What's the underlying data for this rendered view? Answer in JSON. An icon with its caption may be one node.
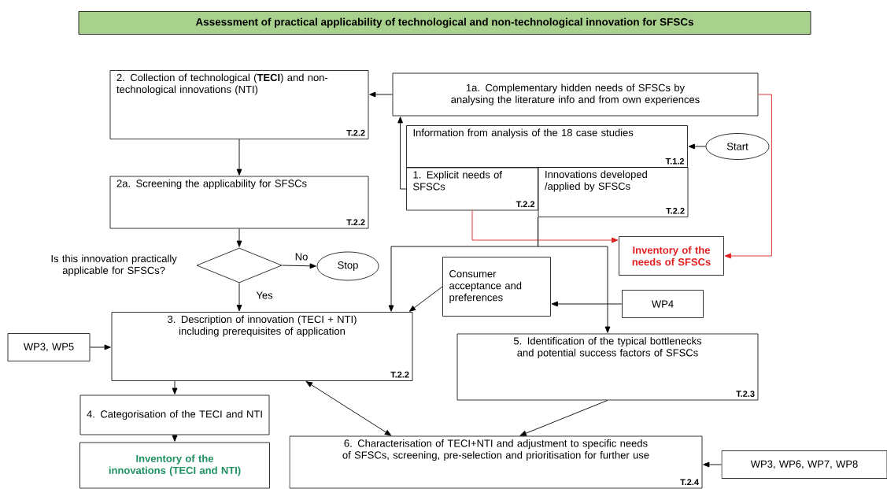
{
  "diagram": {
    "title": "Assessment of practical applicability of technological and non-technological innovation for SFSCs",
    "nodes": [
      {
        "text": [
          "2. Collection of technological (**TECI**) and non-technological innovations (NTI)",
          "T.2.2"
        ]
      },
      {
        "text": [
          "1a. Complementary hidden needs of SFSCs by analysing the literature info and from own experiences"
        ]
      },
      {
        "text": [
          "Information from analysis of the 18 case studies",
          "T.1.2"
        ]
      },
      {
        "text": [
          "1. Explicit needs of SFSCs",
          "T.2.2"
        ]
      },
      {
        "text": [
          "Innovations developed /applied by SFSCs",
          "T.2.2"
        ]
      },
      {
        "text": [
          "Start"
        ]
      },
      {
        "text": [
          "2a. Screening the applicability for SFSCs",
          "T.2.2"
        ]
      },
      {
        "text": [],
        "shape": "diamond",
        "beside": [
          "Is this innovation practically applicable for SFSCs?"
        ]
      },
      {
        "text": [
          "Stop"
        ]
      },
      {
        "text": [
          "Inventory of the needs of SFSCs"
        ]
      },
      {
        "text": [
          "Consumer acceptance and preferences"
        ]
      },
      {
        "text": [
          "WP4"
        ]
      },
      {
        "text": [
          "WP3, WP5"
        ]
      },
      {
        "text": [
          "3. Description of innovation (TECI + NTI) including prerequisites of application",
          "T.2.2"
        ]
      },
      {
        "text": [
          "5. Identification of the typical bottlenecks and potential success factors of SFSCs",
          "T.2.3"
        ]
      },
      {
        "text": [
          "4. Categorisation of the TECI and NTI"
        ]
      },
      {
        "text": [
          "Inventory of the innovations (TECI and NTI)"
        ]
      },
      {
        "text": [
          "6. Characterisation of TECI+NTI  and adjustment to specific needs of SFSCs, screening, pre-selection and prioritisation for  further use",
          "T.2.4"
        ]
      },
      {
        "text": [
          "WP3, WP6, WP7, WP8"
        ]
      }
    ],
    "edges": [
      {
        "from": 1,
        "to": 0,
        "arrow": "to"
      },
      {
        "from": 3,
        "to": 1,
        "arrow": "to"
      },
      {
        "from": 5,
        "to": 2,
        "arrow": "to"
      },
      {
        "from": 0,
        "to": 6,
        "arrow": "to"
      },
      {
        "from": 6,
        "to": 7,
        "arrow": "to"
      },
      {
        "from": 7,
        "to": 8,
        "arrow": "to",
        "label": "No"
      },
      {
        "from": 7,
        "to": 13,
        "arrow": "to",
        "label": "Yes"
      },
      {
        "from": 3,
        "to": 9,
        "arrow": "to",
        "color": "#e02020"
      },
      {
        "from": 1,
        "to": 9,
        "arrow": "to",
        "color": "#e02020"
      },
      {
        "from": 4,
        "to": 13,
        "arrow": "to"
      },
      {
        "from": 4,
        "to": 14,
        "arrow": "to"
      },
      {
        "from": 10,
        "to": 13,
        "arrow": "to"
      },
      {
        "from": 11,
        "to": 10,
        "arrow": "to"
      },
      {
        "from": 12,
        "to": 13,
        "arrow": "to"
      },
      {
        "from": 13,
        "to": 15,
        "arrow": "to"
      },
      {
        "from": 15,
        "to": 16,
        "arrow": "to"
      },
      {
        "from": 13,
        "to": 17,
        "arrow": "both"
      },
      {
        "from": 14,
        "to": 17,
        "arrow": "to"
      },
      {
        "from": 18,
        "to": 17,
        "arrow": "to"
      }
    ]
  }
}
